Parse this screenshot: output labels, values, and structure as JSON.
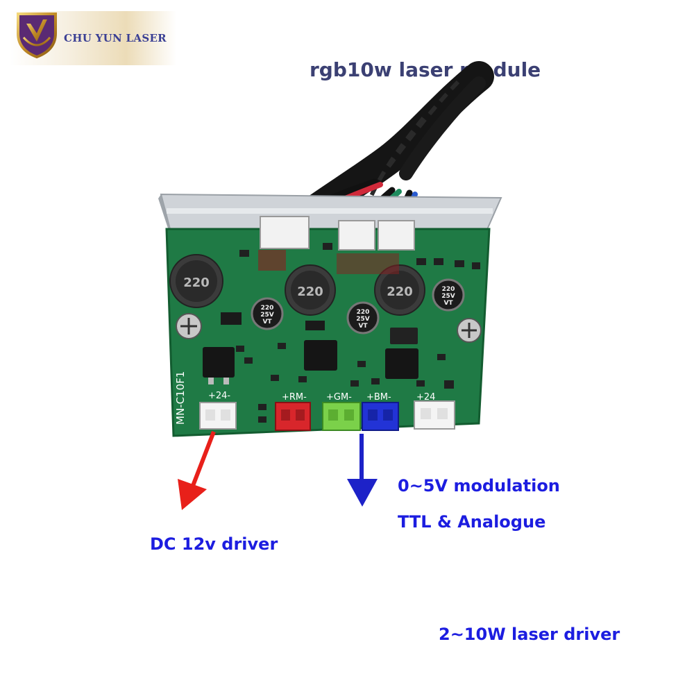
{
  "logo": {
    "brand_text": "CHU YUN LASER"
  },
  "captions": {
    "title": "rgb10w laser module",
    "dc_driver": "DC 12v  driver",
    "modulation": "0~5V modulation",
    "ttl_analogue": "TTL & Analogue",
    "power_range": "2~10W laser driver"
  },
  "board": {
    "model": "MN-C10F1",
    "connectors": {
      "power_left": "+24-",
      "red_mod": "+RM-",
      "green_mod": "+GM-",
      "blue_mod": "+BM-",
      "power_right": "+24"
    },
    "inductor_value": "220",
    "capacitor_lines": [
      "220",
      "25V",
      "VT"
    ]
  },
  "colors": {
    "caption_blue": "#1c1de0",
    "title_slate": "#3b4073",
    "arrow_red": "#e8201a",
    "arrow_blue": "#1d22c8",
    "pcb_green": "#1f7a45"
  }
}
